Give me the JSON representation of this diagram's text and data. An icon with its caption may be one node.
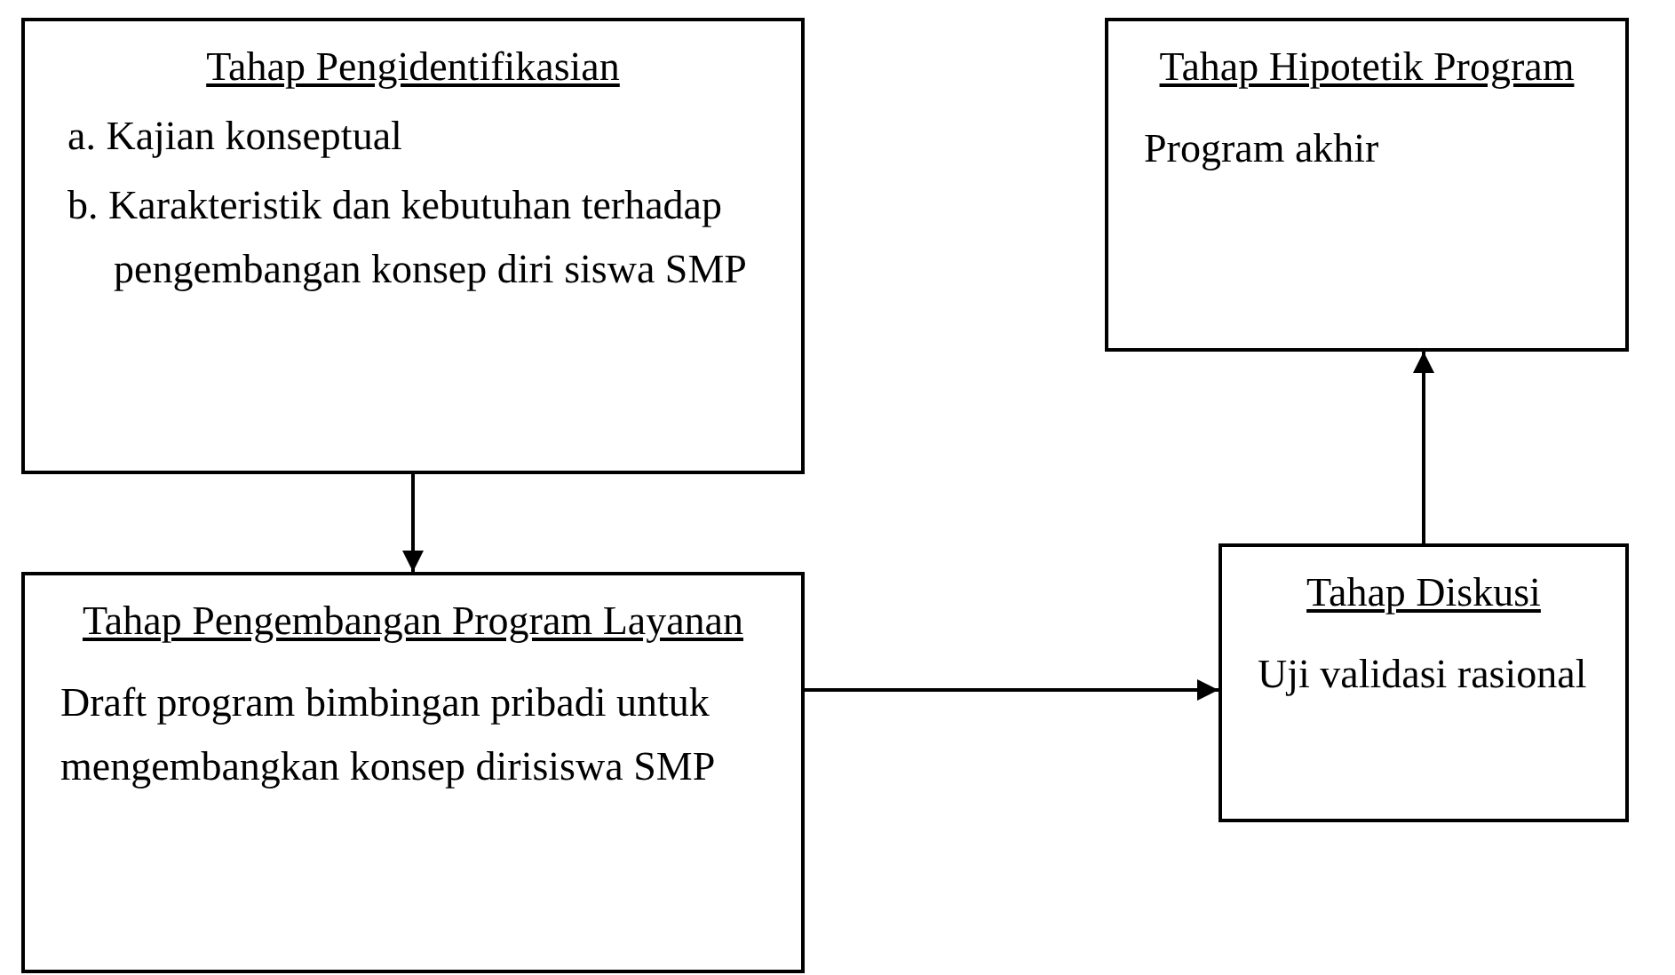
{
  "diagram": {
    "nodes": [
      {
        "text": [
          "Tahap Pengidentifikasian",
          "a. Kajian konseptual",
          "b. Karakteristik dan kebutuhan terhadap pengembangan konsep diri siswa SMP"
        ]
      },
      {
        "text": [
          "Tahap Pengembangan Program Layanan",
          "Draft program bimbingan pribadi untuk mengembangkan konsep dirisiswa SMP"
        ]
      },
      {
        "text": [
          "Tahap Diskusi",
          "Uji validasi rasional"
        ]
      },
      {
        "text": [
          "Tahap Hipotetik Program",
          "Program akhir"
        ]
      }
    ],
    "edges": [
      {
        "from": 0,
        "to": 1,
        "arrow": "to"
      },
      {
        "from": 1,
        "to": 2,
        "arrow": "to"
      },
      {
        "from": 2,
        "to": 3,
        "arrow": "to"
      }
    ]
  }
}
